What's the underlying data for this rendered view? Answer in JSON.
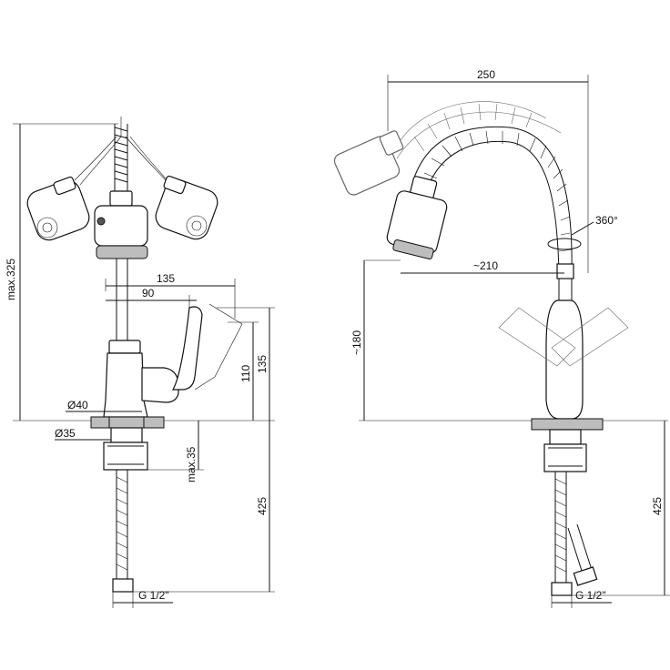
{
  "views": {
    "front": {
      "dimensions": {
        "total_height": "max.325",
        "spout_reach": "135",
        "handle_reach": "90",
        "body_height": "135",
        "handle_height": "110",
        "body_diameter": "Ø40",
        "thread_diameter": "Ø35",
        "mount_depth": "max.35",
        "hose_length": "425",
        "connection": "G 1/2\""
      }
    },
    "side": {
      "dimensions": {
        "overall_width": "250",
        "rotation": "360°",
        "spout_reach": "~210",
        "spout_height": "~180",
        "hose_length": "425",
        "connection": "G 1/2\""
      }
    }
  }
}
